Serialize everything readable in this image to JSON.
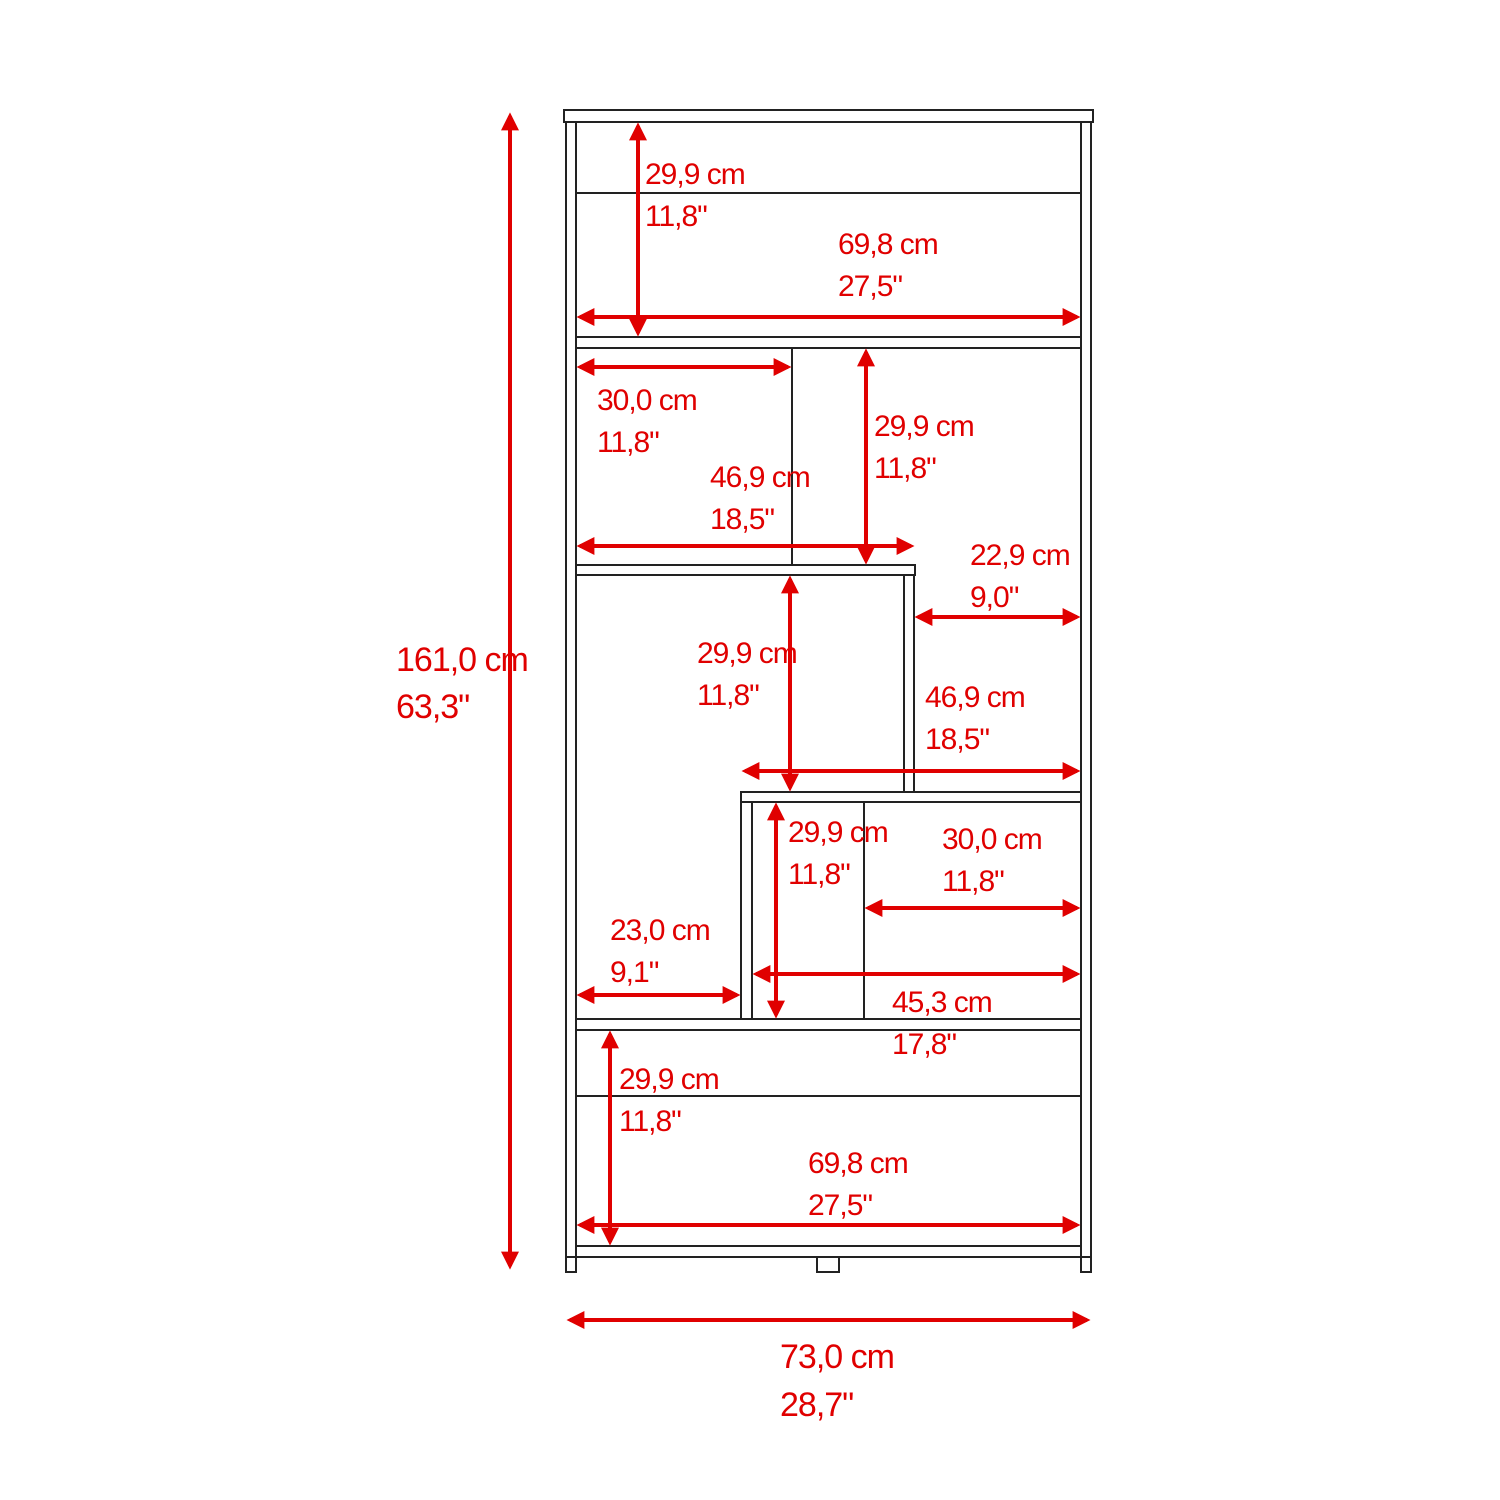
{
  "colors": {
    "dimension": "#e00000",
    "outline": "#222222",
    "background": "#ffffff"
  },
  "dimensions": {
    "total_height": {
      "cm": "161,0 cm",
      "in": "63,3\""
    },
    "total_width": {
      "cm": "73,0 cm",
      "in": "28,7\""
    },
    "top_shelf_height": {
      "cm": "29,9 cm",
      "in": "11,8\""
    },
    "top_shelf_width": {
      "cm": "69,8 cm",
      "in": "27,5\""
    },
    "upper_left_width": {
      "cm": "30,0 cm",
      "in": "11,8\""
    },
    "upper_height": {
      "cm": "29,9 cm",
      "in": "11,8\""
    },
    "upper_step_width": {
      "cm": "46,9 cm",
      "in": "18,5\""
    },
    "right_column_width": {
      "cm": "22,9 cm",
      "in": "9,0\""
    },
    "middle_height": {
      "cm": "29,9 cm",
      "in": "11,8\""
    },
    "middle_step_width": {
      "cm": "46,9 cm",
      "in": "18,5\""
    },
    "lower_height": {
      "cm": "29,9 cm",
      "in": "11,8\""
    },
    "lower_right_width": {
      "cm": "30,0 cm",
      "in": "11,8\""
    },
    "lower_left_width": {
      "cm": "23,0 cm",
      "in": "9,1\""
    },
    "lower_step_width": {
      "cm": "45,3 cm",
      "in": "17,8\""
    },
    "bottom_shelf_height": {
      "cm": "29,9 cm",
      "in": "11,8\""
    },
    "bottom_shelf_width": {
      "cm": "69,8 cm",
      "in": "27,5\""
    }
  }
}
